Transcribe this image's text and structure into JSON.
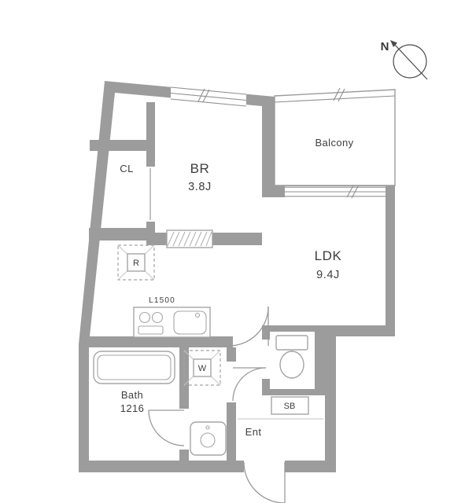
{
  "compass": {
    "north_label": "N"
  },
  "rooms": {
    "bedroom": {
      "name": "BR",
      "size": "3.8J"
    },
    "ldk": {
      "name": "LDK",
      "size": "9.4J"
    },
    "closet": {
      "label": "CL"
    },
    "balcony": {
      "label": "Balcony"
    },
    "bath": {
      "name": "Bath",
      "size": "1216"
    },
    "entrance": {
      "label": "Ent"
    },
    "shoe_box": {
      "label": "SB"
    },
    "washer": {
      "label": "W"
    },
    "refrigerator": {
      "label": "R"
    },
    "kitchen": {
      "counter_label": "L1500"
    }
  },
  "colors": {
    "wall": "#9c9c9c",
    "background": "#ffffff",
    "fixture_line": "#a5a5a5",
    "text": "#3e3e3e",
    "compass": "#4a4a4a"
  }
}
